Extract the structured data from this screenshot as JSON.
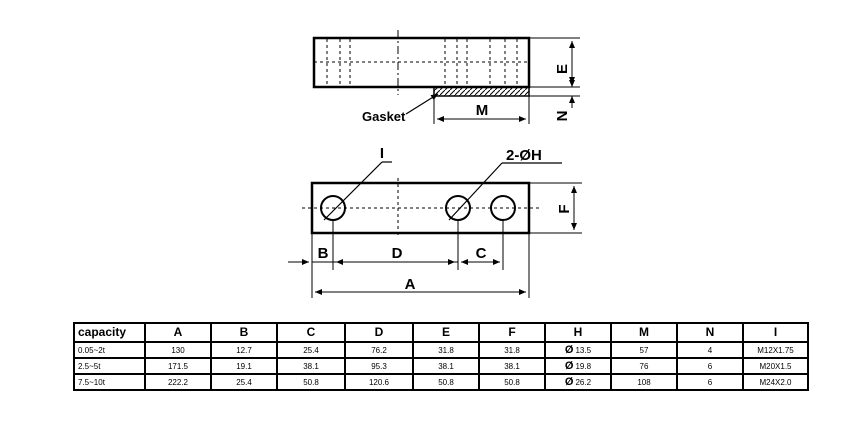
{
  "drawing": {
    "gasket_label": "Gasket",
    "dimension_labels": {
      "E": "E",
      "M": "M",
      "N": "N",
      "I": "I",
      "H": "2-ØH",
      "F": "F",
      "B": "B",
      "D": "D",
      "C": "C",
      "A": "A"
    }
  },
  "table": {
    "headers": [
      "capacity",
      "A",
      "B",
      "C",
      "D",
      "E",
      "F",
      "H",
      "M",
      "N",
      "I"
    ],
    "rows": [
      {
        "cells": [
          "0.05~2t",
          "130",
          "12.7",
          "25.4",
          "76.2",
          "31.8",
          "31.8",
          "13.5",
          "57",
          "4",
          "M12X1.75"
        ]
      },
      {
        "cells": [
          "2.5~5t",
          "171.5",
          "19.1",
          "38.1",
          "95.3",
          "38.1",
          "38.1",
          "19.8",
          "76",
          "6",
          "M20X1.5"
        ]
      },
      {
        "cells": [
          "7.5~10t",
          "222.2",
          "25.4",
          "50.8",
          "120.6",
          "50.8",
          "50.8",
          "26.2",
          "108",
          "6",
          "M24X2.0"
        ]
      }
    ],
    "diameter_symbol": "Ø"
  }
}
